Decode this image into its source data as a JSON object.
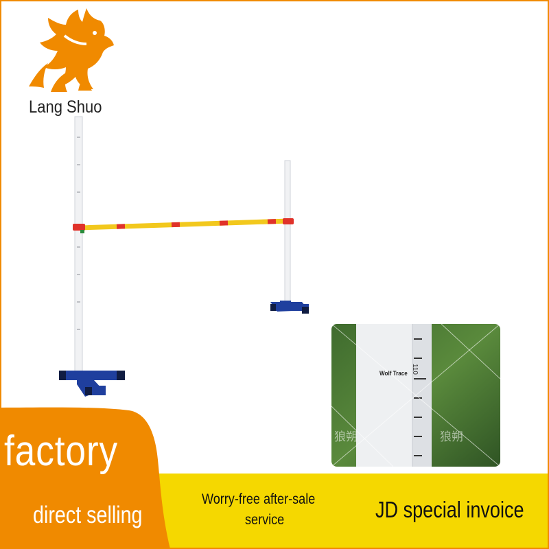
{
  "brand": {
    "name": "Lang Shuo",
    "logo_icon": "wolf-head-icon",
    "logo_color": "#f08a00"
  },
  "product": {
    "image": "high-jump-stand-icon",
    "bar_colors": [
      "#f2c81d",
      "#e0322a"
    ],
    "base_color": "#1f3f9e"
  },
  "inset": {
    "label": "Wolf Trace",
    "tick_number": "110",
    "watermark": "狼朔"
  },
  "banner": {
    "factory": "factory",
    "direct_selling": "direct selling",
    "worry_free_line1": "Worry-free after-sale",
    "worry_free_line2": "service",
    "invoice": "JD special invoice"
  },
  "colors": {
    "orange": "#f08a00",
    "yellow": "#f5d800",
    "border": "#f08a00"
  }
}
